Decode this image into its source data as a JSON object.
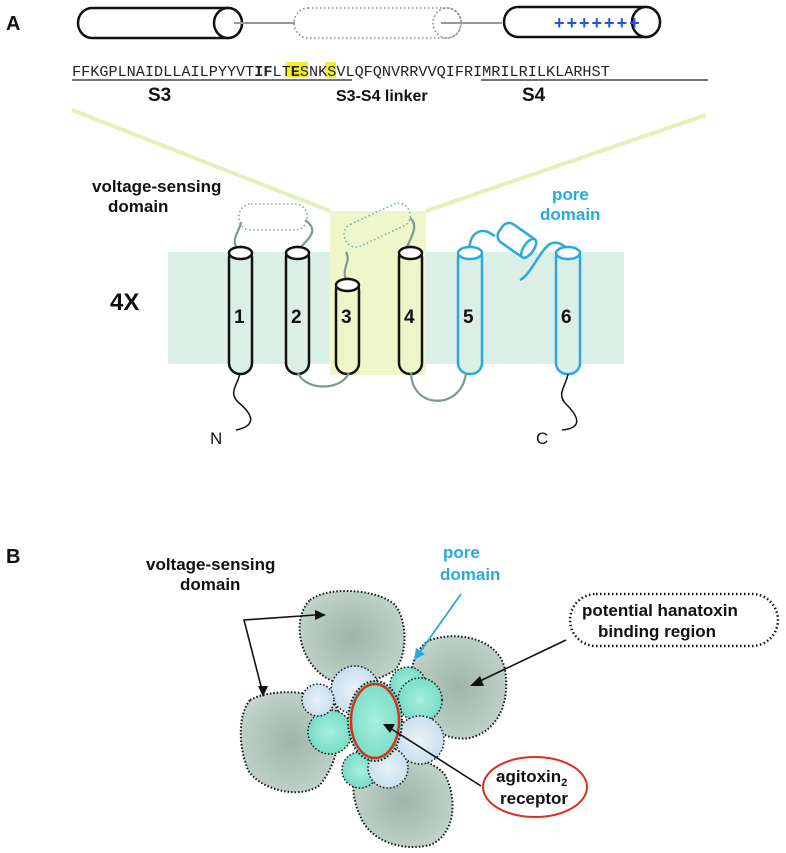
{
  "figure": {
    "panel_a": {
      "label": "A",
      "top_cylinders": {
        "s4_charges": "+++++++"
      },
      "sequence": {
        "s3_part_before_highlight": "FFKGPLNAIDLLAILPYYVT",
        "highlight_1": "IF",
        "mid": "LT",
        "highlight_2": "E",
        "s3_end": "SN",
        "linker": "KSVLQFQNVRR",
        "s4": "VVQIFRIMRILRILKLARHST",
        "full": "FFKGPLNAIDLLAILPYYVTIFLTESNKSVLQFQNVRRVVQIFRIMRILRILKLARHST",
        "highlight_color": "#f5ef2a"
      },
      "segment_labels": {
        "s3": "S3",
        "linker": "S3-S4 linker",
        "s4": "S4"
      },
      "topology": {
        "voltage_sensing_label_line1": "voltage-sensing",
        "voltage_sensing_label_line2": "domain",
        "pore_label_line1": "pore",
        "pore_label_line2": "domain",
        "multiplicity": "4X",
        "helices": [
          "1",
          "2",
          "3",
          "4",
          "5",
          "6"
        ],
        "n_terminus": "N",
        "c_terminus": "C"
      }
    },
    "panel_b": {
      "label": "B",
      "voltage_sensing_label_line1": "voltage-sensing",
      "voltage_sensing_label_line2": "domain",
      "pore_label_line1": "pore",
      "pore_label_line2": "domain",
      "hanatoxin_line1": "potential hanatoxin",
      "hanatoxin_line2": "binding region",
      "agitoxin_line1": "agitoxin",
      "agitoxin_subscript": "2",
      "agitoxin_line2": "receptor"
    },
    "colors": {
      "membrane": "#dcefe6",
      "highlight_box": "#eef5c8",
      "pore_blue": "#2aa8e0",
      "loop_gray": "#7a9a90",
      "agitoxin_red": "#d8301e",
      "vsd_gray_green": "#b9cdc4",
      "pore_cyan": "#7fe3cf",
      "pore_pale": "#cde3ef"
    }
  }
}
